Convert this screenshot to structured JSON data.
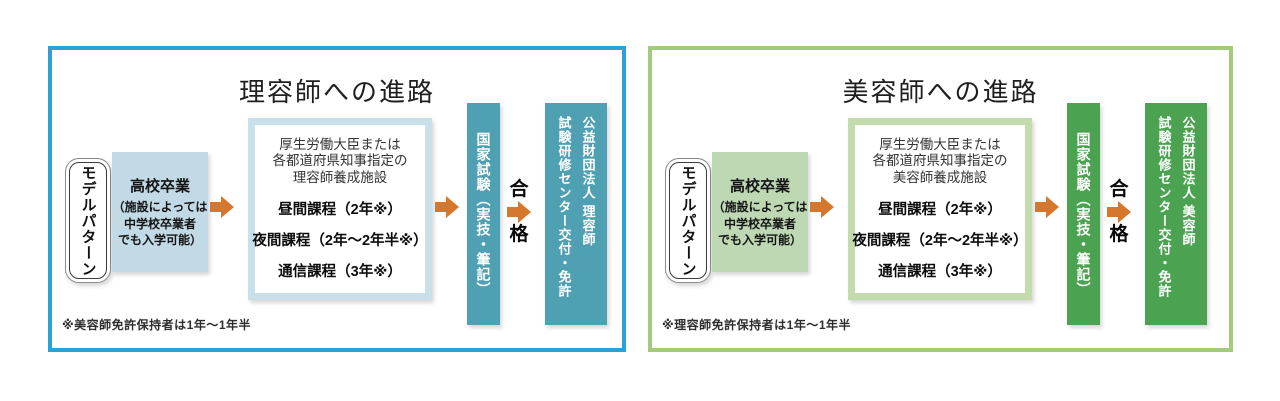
{
  "panels": {
    "left": {
      "title": "理容師への進路",
      "colors": {
        "border": "#2BA3D2",
        "boxfill": "#C2DAE6",
        "frame": "#C9DFE9",
        "solid": "#4FA0B2",
        "arrow": "#D6772E"
      },
      "model_pattern": "モデルパターン",
      "grad": {
        "heading": "高校卒業",
        "sub1": "（施設によっては",
        "sub2": "中学校卒業者",
        "sub3": "でも入学可能）"
      },
      "facility": {
        "line1": "厚生労働大臣または",
        "line2": "各都道府県知事指定の",
        "line3": "理容師養成施設",
        "course1": "昼間課程（2年※）",
        "course2": "夜間課程（2年～2年半※）",
        "course3": "通信課程（3年※）"
      },
      "exam": "国家試験（実技・筆記）",
      "pass_top": "合",
      "pass_bottom": "格",
      "org_line1": "公益財団法人 理容師",
      "org_line2": "試験研修センター交付・免許",
      "footnote": "※美容師免許保持者は1年～1年半"
    },
    "right": {
      "title": "美容師への進路",
      "colors": {
        "border": "#A2CB7C",
        "boxfill": "#BED8B4",
        "frame": "#C2DCAE",
        "solid": "#4BA251",
        "arrow": "#D6772E"
      },
      "model_pattern": "モデルパターン",
      "grad": {
        "heading": "高校卒業",
        "sub1": "（施設によっては",
        "sub2": "中学校卒業者",
        "sub3": "でも入学可能）"
      },
      "facility": {
        "line1": "厚生労働大臣または",
        "line2": "各都道府県知事指定の",
        "line3": "美容師養成施設",
        "course1": "昼間課程（2年※）",
        "course2": "夜間課程（2年～2年半※）",
        "course3": "通信課程（3年※）"
      },
      "exam": "国家試験（実技・筆記）",
      "pass_top": "合",
      "pass_bottom": "格",
      "org_line1": "公益財団法人 美容師",
      "org_line2": "試験研修センター交付・免許",
      "footnote": "※理容師免許保持者は1年～1年半"
    }
  }
}
